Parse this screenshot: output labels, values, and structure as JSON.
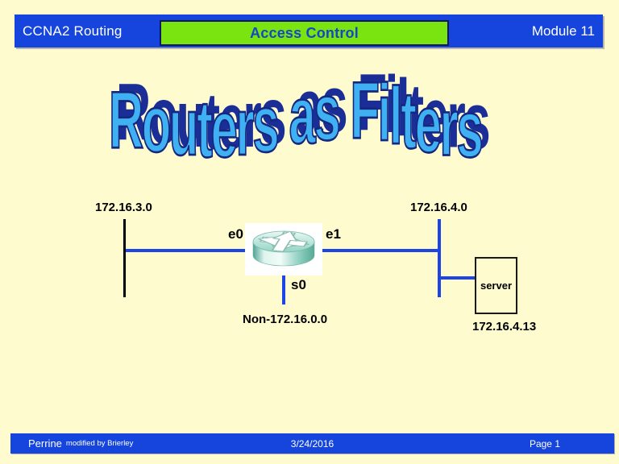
{
  "header": {
    "course": "CCNA2 Routing",
    "topic": "Access Control",
    "module": "Module 11"
  },
  "title": {
    "wordart": "Routers as Filters"
  },
  "diagram": {
    "left_network": "172.16.3.0",
    "right_network": "172.16.4.0",
    "interface_e0": "e0",
    "interface_e1": "e1",
    "interface_s0": "s0",
    "serial_network": "Non-172.16.0.0",
    "server_label": "server",
    "server_ip": "172.16.4.13"
  },
  "footer": {
    "author": "Perrine",
    "modified": "modified by Brierley",
    "date": "3/24/2016",
    "page": "Page 1"
  },
  "colors": {
    "background": "#fefbce",
    "bar_blue": "#1545dc",
    "banner_green": "#79e410",
    "banner_border": "#0d1460",
    "banner_text_blue": "#1646c8",
    "wordart_fill": "#3fb0f2",
    "wordart_shadow": "#1b2d96",
    "wordart_stroke": "#16277f",
    "line_blue": "#1c44e6",
    "text_black": "#000000"
  }
}
